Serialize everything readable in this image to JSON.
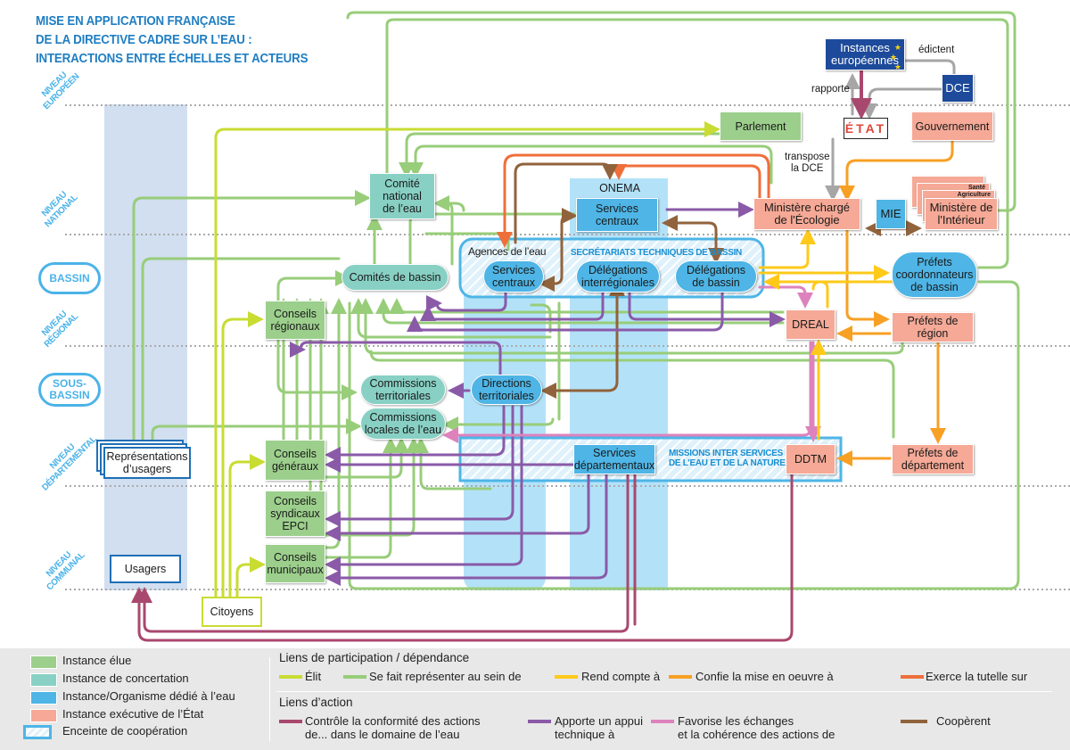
{
  "title": {
    "line1": "MISE EN APPLICATION FRANÇAISE",
    "line2": "DE LA DIRECTIVE CADRE SUR L’EAU :",
    "line3": "INTERACTIONS ENTRE ÉCHELLES ET ACTEURS"
  },
  "levels": {
    "europeen": "NIVEAU EUROPÉEN",
    "national": "NIVEAU NATIONAL",
    "bassin": "BASSIN",
    "regional": "NIVEAU RÉGIONAL",
    "sous_bassin": "SOUS-BASSIN",
    "departemental": "NIVEAU DÉPARTEMENTAL",
    "communal": "NIVEAU COMMUNAL"
  },
  "level_words": {
    "niveau": "NIVEAU",
    "europeen": "EUROPÉEN",
    "national": "NATIONAL",
    "regional": "RÉGIONAL",
    "departemental": "DÉPARTEMENTAL",
    "communal": "COMMUNAL",
    "bassin": "BASSIN",
    "sous": "SOUS-",
    "bassin2": "BASSIN"
  },
  "nodes": {
    "instances_europeennes": "Instances européennes",
    "instances_line1": "Instances",
    "instances_line2": "européennes",
    "dce": "DCE",
    "etat": "ÉTAT",
    "gouvernement": "Gouvernement",
    "parlement": "Parlement",
    "comite_national_l1": "Comité",
    "comite_national_l2": "national",
    "comite_national_l3": "de l’eau",
    "onema": "ONEMA",
    "onema_services_l1": "Services",
    "onema_services_l2": "centraux",
    "ministere_ecologie_l1": "Ministère chargé",
    "ministere_ecologie_l2": "de l'Écologie",
    "mie": "MIE",
    "ministere_interieur_l1": "Ministère de",
    "ministere_interieur_l2": "l'Intérieur",
    "ministere_stack_1": "...",
    "ministere_stack_2": "Santé",
    "ministere_stack_3": "Agriculture",
    "comites_bassin": "Comités de bassin",
    "agences_eau": "Agences de l’eau",
    "agences_services_l1": "Services",
    "agences_services_l2": "centraux",
    "deleg_interreg_l1": "Délégations",
    "deleg_interreg_l2": "interrégionales",
    "deleg_bassin_l1": "Délégations",
    "deleg_bassin_l2": "de bassin",
    "prefets_coord_l1": "Préfets",
    "prefets_coord_l2": "coordonnateurs",
    "prefets_coord_l3": "de bassin",
    "conseils_regionaux_l1": "Conseils",
    "conseils_regionaux_l2": "régionaux",
    "dreal": "DREAL",
    "prefets_region_l1": "Préfets de",
    "prefets_region_l2": "région",
    "commissions_terr_l1": "Commissions",
    "commissions_terr_l2": "territoriales",
    "directions_terr_l1": "Directions",
    "directions_terr_l2": "territoriales",
    "commissions_locales_l1": "Commissions",
    "commissions_locales_l2": "locales de l’eau",
    "representations_l1": "Représentations",
    "representations_l2": "d’usagers",
    "conseils_generaux_l1": "Conseils",
    "conseils_generaux_l2": "généraux",
    "services_dept_l1": "Services",
    "services_dept_l2": "départementaux",
    "ddtm": "DDTM",
    "prefets_dept_l1": "Préfets de",
    "prefets_dept_l2": "département",
    "conseils_syndicaux_l1": "Conseils",
    "conseils_syndicaux_l2": "syndicaux",
    "conseils_syndicaux_l3": "EPCI",
    "conseils_municipaux_l1": "Conseils",
    "conseils_municipaux_l2": "municipaux",
    "usagers": "Usagers",
    "citoyens": "Citoyens"
  },
  "enclosures": {
    "secretariats": "SECRÉTARIATS TECHNIQUES DE BASSIN",
    "missions_l1": "MISSIONS INTER SERVICES",
    "missions_l2": "DE L’EAU ET DE LA NATURE"
  },
  "annotations": {
    "edictent": "édictent",
    "rapporte": "rapporte",
    "transpose_l1": "transpose",
    "transpose_l2": "la DCE"
  },
  "colors": {
    "elu": "#9ccf8c",
    "concertation": "#88d0c4",
    "eau": "#4eb5e6",
    "etat": "#f5a996",
    "eu_blue": "#1d4a9a",
    "title_blue": "#1f7ec2",
    "level_blue": "#4bb3e8",
    "link_elit": "#c9dc32",
    "link_represente": "#98cd7a",
    "link_rend_compte": "#ffc91a",
    "link_confie": "#f7a024",
    "link_tutelle": "#ef6f3b",
    "link_controle": "#a9486e",
    "link_appui": "#8a5aa8",
    "link_favorise": "#de82bd",
    "link_cooperent": "#91633c",
    "link_gray": "#a6a6a6"
  },
  "legend": {
    "types": [
      {
        "label": "Instance élue",
        "color": "#9ccf8c"
      },
      {
        "label": "Instance de concertation",
        "color": "#88d0c4"
      },
      {
        "label": "Instance/Organisme dédié à l’eau",
        "color": "#4eb5e6"
      },
      {
        "label": "Instance exécutive de l’État",
        "color": "#f5a996"
      },
      {
        "label": "Enceinte de coopération",
        "color": "#4eb5e6"
      }
    ],
    "participation_title": "Liens de participation / dépendance",
    "participation": [
      {
        "label": "Élit",
        "color": "#c9dc32"
      },
      {
        "label": "Se fait représenter au sein de",
        "color": "#98cd7a"
      },
      {
        "label": "Rend compte à",
        "color": "#ffc91a"
      },
      {
        "label": "Confie la mise en oeuvre à",
        "color": "#f7a024"
      },
      {
        "label": "Exerce la tutelle sur",
        "color": "#ef6f3b"
      }
    ],
    "action_title": "Liens d’action",
    "action": [
      {
        "label_l1": "Contrôle la conformité des actions",
        "label_l2": "de... dans le domaine de l’eau",
        "color": "#a9486e"
      },
      {
        "label_l1": "Apporte un appui",
        "label_l2": "technique à",
        "color": "#8a5aa8"
      },
      {
        "label_l1": "Favorise les échanges",
        "label_l2": "et la cohérence des actions de",
        "color": "#de82bd"
      },
      {
        "label_l1": "Coopèrent",
        "label_l2": "",
        "color": "#91633c"
      }
    ]
  }
}
